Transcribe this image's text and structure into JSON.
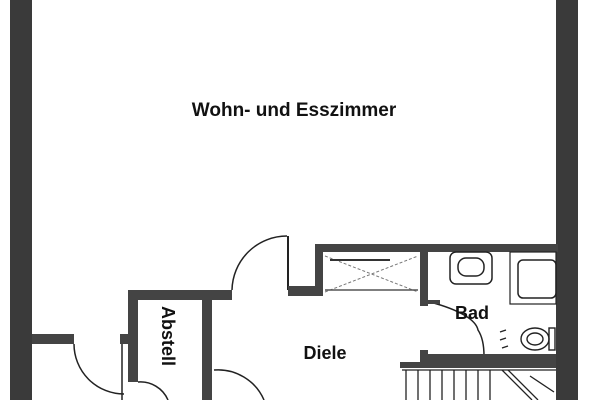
{
  "diagram": {
    "type": "floor-plan",
    "rooms": [
      {
        "id": "wohn",
        "label": "Wohn- und Esszimmer"
      },
      {
        "id": "diele",
        "label": "Diele"
      },
      {
        "id": "bad",
        "label": "Bad"
      },
      {
        "id": "abstell",
        "label": "Abstell"
      }
    ],
    "colors": {
      "outer_wall": "#3a3a3a",
      "inner_wall": "#444444",
      "line": "#222222",
      "background": "#ffffff"
    }
  }
}
